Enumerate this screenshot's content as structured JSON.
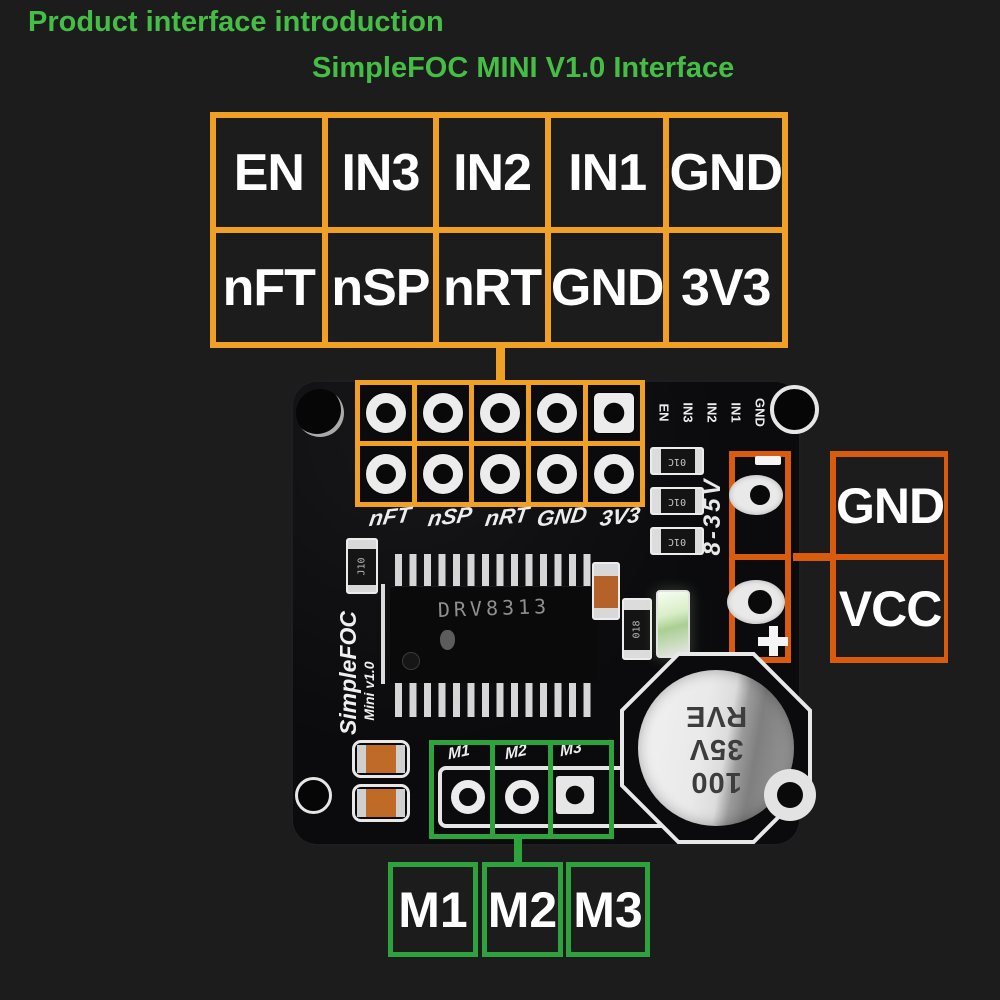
{
  "header": {
    "title": "Product interface introduction",
    "subtitle": "SimpleFOC MINI V1.0 Interface"
  },
  "pin_table": {
    "row1": [
      "EN",
      "IN3",
      "IN2",
      "IN1",
      "GND"
    ],
    "row2": [
      "nFT",
      "nSP",
      "nRT",
      "GND",
      "3V3"
    ]
  },
  "board": {
    "silkscreen_pin_labels": [
      "nFT",
      "nSP",
      "nRT",
      "GND",
      "3V3"
    ],
    "silkscreen_side_labels": [
      "EN",
      "IN3",
      "IN2",
      "IN1",
      "GND"
    ],
    "brand_line1": "SimpleFOC",
    "brand_line2": "Mini v1.0",
    "chip_part_number": "DRV8313",
    "voltage_range": "8-35V",
    "smd_resistor_labels": [
      "01C",
      "01C",
      "01C"
    ],
    "smd_left_label": "J10",
    "smd_mid_label": "018",
    "motor_silkscreen_labels": [
      "M1",
      "M2",
      "M3"
    ],
    "capacitor_lines": [
      "100",
      "35V",
      "RVE"
    ],
    "polarity_icons": [
      "minus",
      "plus"
    ]
  },
  "power": {
    "gnd_label": "GND",
    "vcc_label": "VCC"
  },
  "motor_labels": [
    "M1",
    "M2",
    "M3"
  ],
  "colors": {
    "title_green": "#45be45",
    "annotation_orange": "#f0a125",
    "annotation_dark_orange": "#d95c0e",
    "annotation_green": "#2ea23c"
  }
}
